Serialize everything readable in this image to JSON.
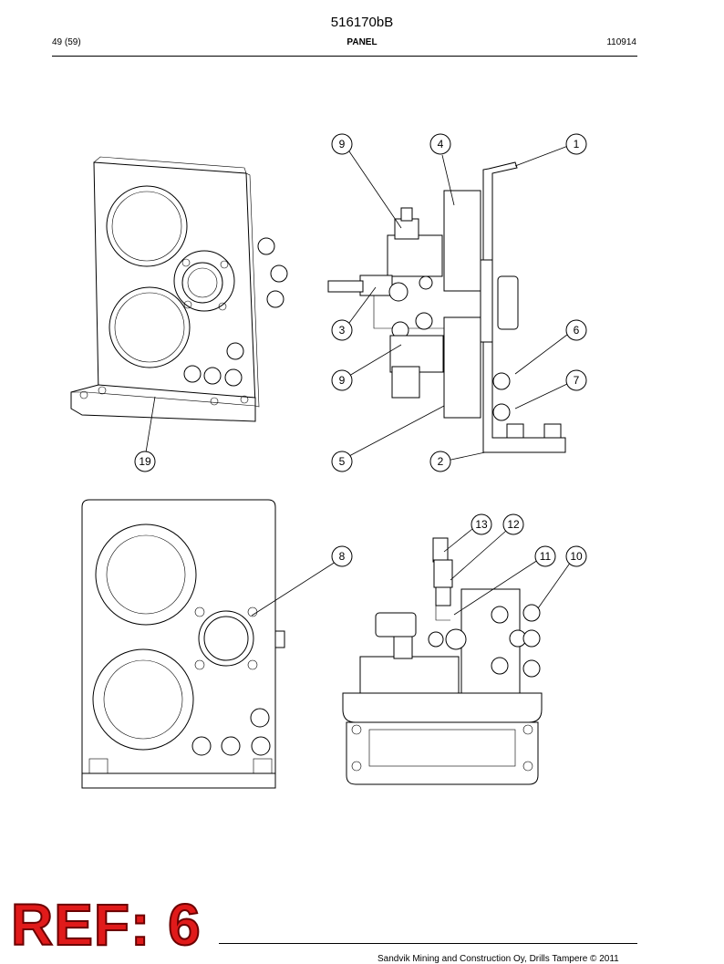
{
  "header": {
    "doc_number": "516170bB",
    "page": "49 (59)",
    "title": "PANEL",
    "date_code": "110914"
  },
  "callouts": [
    "9",
    "4",
    "1",
    "3",
    "6",
    "9",
    "7",
    "19",
    "5",
    "2",
    "13",
    "12",
    "8",
    "11",
    "10"
  ],
  "stamp": {
    "text": "REF: 6"
  },
  "footer": {
    "text": "Sandvik Mining and Construction Oy, Drills Tampere © 2011"
  },
  "colors": {
    "stamp_red": "#e01a1a",
    "ink": "#000000"
  }
}
